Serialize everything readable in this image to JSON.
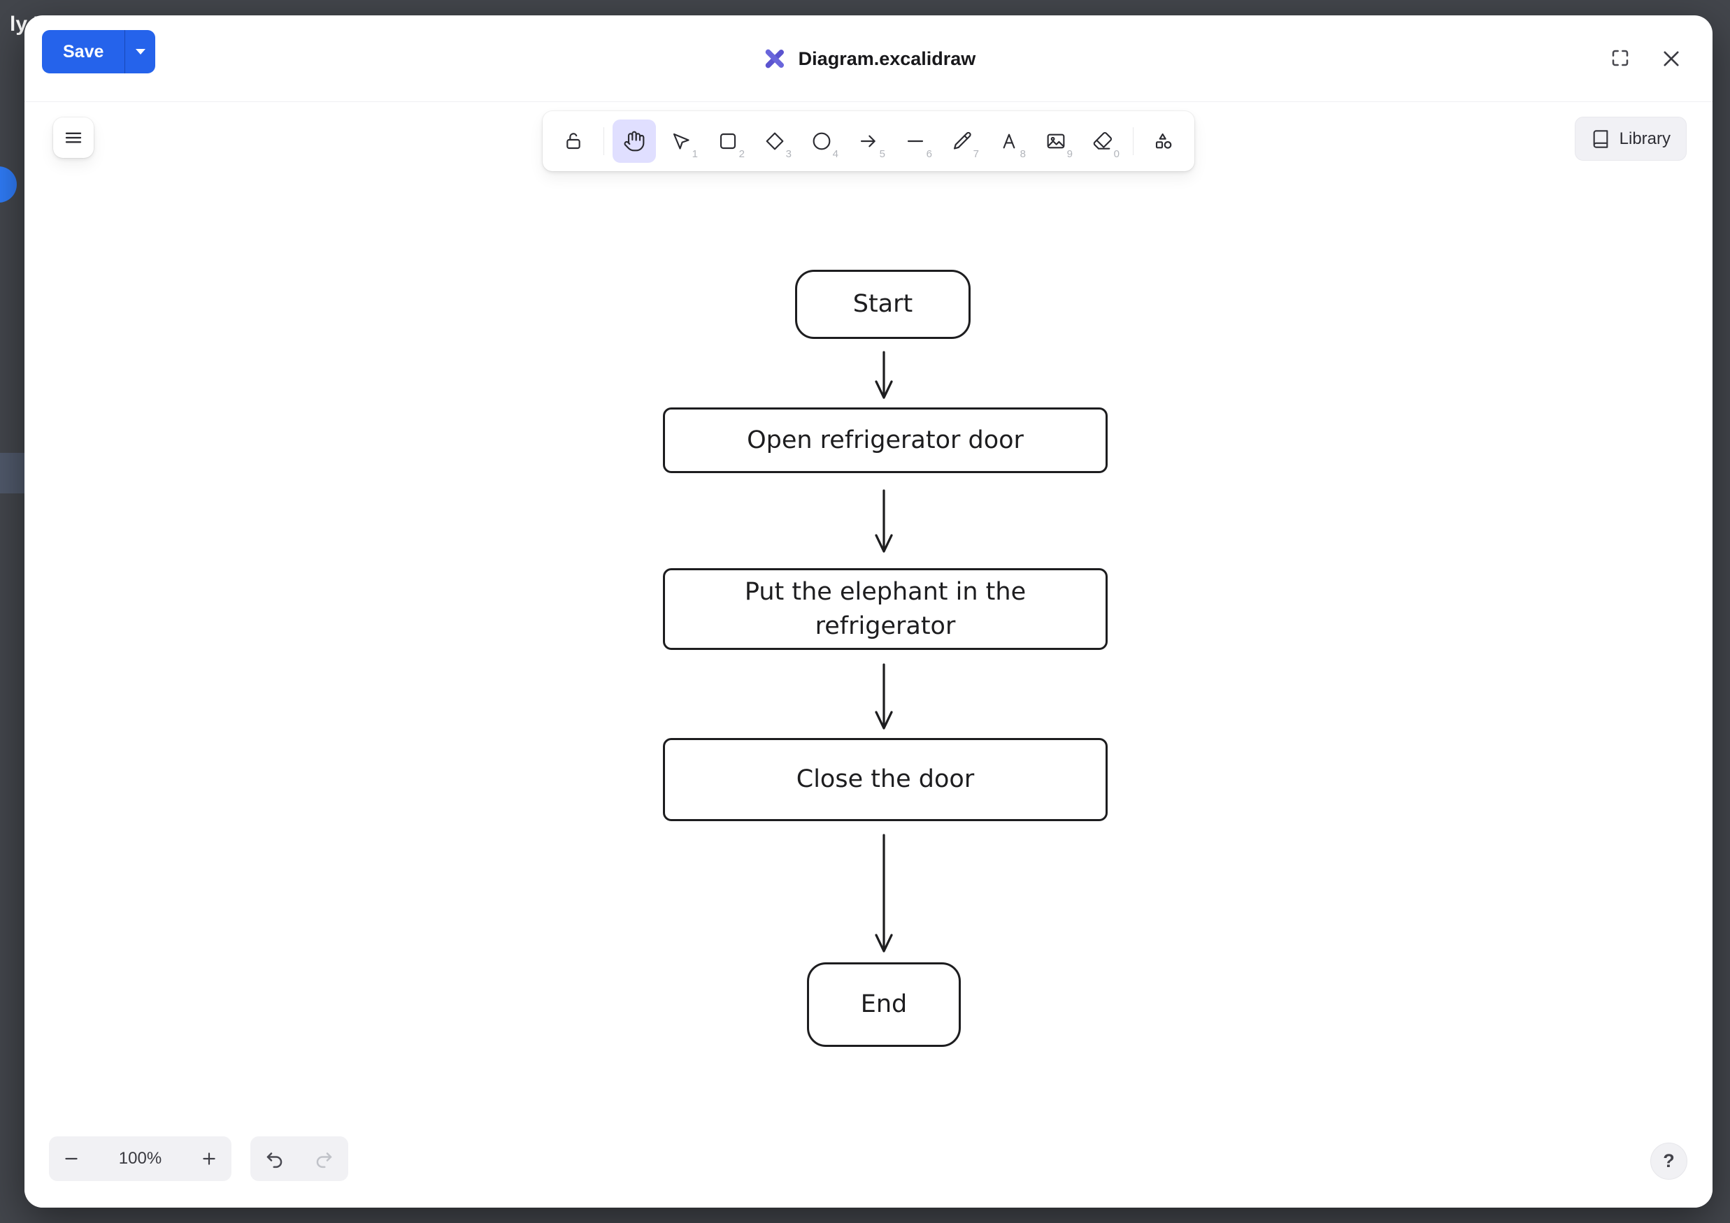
{
  "background": {
    "partial_text": "ly F"
  },
  "header": {
    "save_button": "Save",
    "document_title": "Diagram.excalidraw"
  },
  "toolbar": {
    "tools": [
      {
        "name": "lock",
        "icon": "lock-icon",
        "shortcut": "",
        "selected": false
      },
      {
        "name": "hand",
        "icon": "hand-icon",
        "shortcut": "",
        "selected": true
      },
      {
        "name": "selection",
        "icon": "cursor-icon",
        "shortcut": "1",
        "selected": false
      },
      {
        "name": "rectangle",
        "icon": "rectangle-icon",
        "shortcut": "2",
        "selected": false
      },
      {
        "name": "diamond",
        "icon": "diamond-icon",
        "shortcut": "3",
        "selected": false
      },
      {
        "name": "ellipse",
        "icon": "ellipse-icon",
        "shortcut": "4",
        "selected": false
      },
      {
        "name": "arrow",
        "icon": "arrow-icon",
        "shortcut": "5",
        "selected": false
      },
      {
        "name": "line",
        "icon": "line-icon",
        "shortcut": "6",
        "selected": false
      },
      {
        "name": "draw",
        "icon": "pencil-icon",
        "shortcut": "7",
        "selected": false
      },
      {
        "name": "text",
        "icon": "text-icon",
        "shortcut": "8",
        "selected": false
      },
      {
        "name": "image",
        "icon": "image-icon",
        "shortcut": "9",
        "selected": false
      },
      {
        "name": "eraser",
        "icon": "eraser-icon",
        "shortcut": "0",
        "selected": false
      },
      {
        "name": "more-shapes",
        "icon": "shapes-icon",
        "shortcut": "",
        "selected": false
      }
    ],
    "library_button": "Library"
  },
  "diagram": {
    "nodes": [
      {
        "id": "start",
        "label": "Start",
        "shape": "rounded"
      },
      {
        "id": "open-door",
        "label": "Open refrigerator door",
        "shape": "rectangle"
      },
      {
        "id": "put-elephant",
        "label": "Put the elephant in the refrigerator",
        "shape": "rectangle"
      },
      {
        "id": "close-door",
        "label": "Close the door",
        "shape": "rectangle"
      },
      {
        "id": "end",
        "label": "End",
        "shape": "rounded"
      }
    ],
    "edges": [
      {
        "from": "start",
        "to": "open-door"
      },
      {
        "from": "open-door",
        "to": "put-elephant"
      },
      {
        "from": "put-elephant",
        "to": "close-door"
      },
      {
        "from": "close-door",
        "to": "end"
      }
    ]
  },
  "footer": {
    "zoom_level": "100%"
  },
  "colors": {
    "save_button": "#2563eb",
    "selected_tool_bg": "#e0dfff",
    "diagram_stroke": "#1d1d1f",
    "logo": "#6965db",
    "backdrop": "#43464c"
  }
}
